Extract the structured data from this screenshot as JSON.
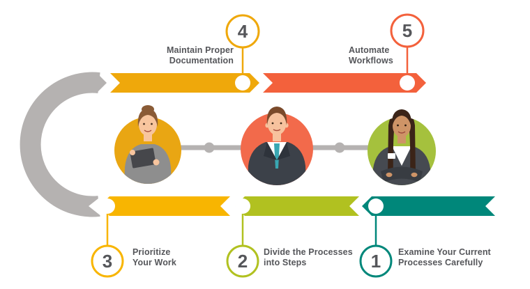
{
  "figure": {
    "type": "process-cycle-infographic",
    "description": "Five step workflow process diagram with avatars"
  },
  "colors": {
    "step1_teal": "#00877A",
    "step2_lime": "#B1C120",
    "step3_yellow": "#F8B501",
    "step4_amber": "#EFA80B",
    "step5_orange_red": "#F3613C",
    "connector_gray": "#B5B2B1",
    "text_dark_gray": "#55565A",
    "marker_white": "#FFFFFF"
  },
  "steps": [
    {
      "number": "1",
      "label_line1": "Examine Your Current",
      "label_line2": "Processes Carefully",
      "color": "#00877A"
    },
    {
      "number": "2",
      "label_line1": "Divide the Processes",
      "label_line2": "into Steps",
      "color": "#B1C120"
    },
    {
      "number": "3",
      "label_line1": "Prioritize",
      "label_line2": "Your Work",
      "color": "#F8B501"
    },
    {
      "number": "4",
      "label_line1": "Maintain Proper",
      "label_line2": "Documentation",
      "color": "#EFA80B"
    },
    {
      "number": "5",
      "label_line1": "Automate",
      "label_line2": "Workflows",
      "color": "#F3613C"
    }
  ],
  "avatars": [
    {
      "name": "woman-with-tablet",
      "bg": "#E9A613"
    },
    {
      "name": "businessman",
      "bg": "#F26A4B"
    },
    {
      "name": "woman-arms-crossed",
      "bg": "#A5C13D"
    }
  ],
  "connector": {
    "color": "#B5B2B1"
  }
}
